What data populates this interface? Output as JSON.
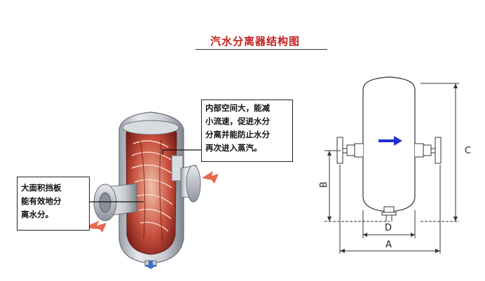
{
  "title": "汽水分离器结构图",
  "callout_top": {
    "lines": [
      "内部空间大，能减",
      "小流速，促进水分",
      "分离并能防止水分",
      "再次进入蒸汽。"
    ]
  },
  "callout_left": {
    "lines": [
      "大面积挡板",
      "能有效地分",
      "离水分。"
    ]
  },
  "dimensions": {
    "a": "A",
    "b": "B",
    "c": "C",
    "d": "D"
  },
  "colors": {
    "title": "#c0201e",
    "arrow_blue": "#1f2fd0",
    "arrow_red": "#e05030",
    "interior": "#c0453a"
  }
}
